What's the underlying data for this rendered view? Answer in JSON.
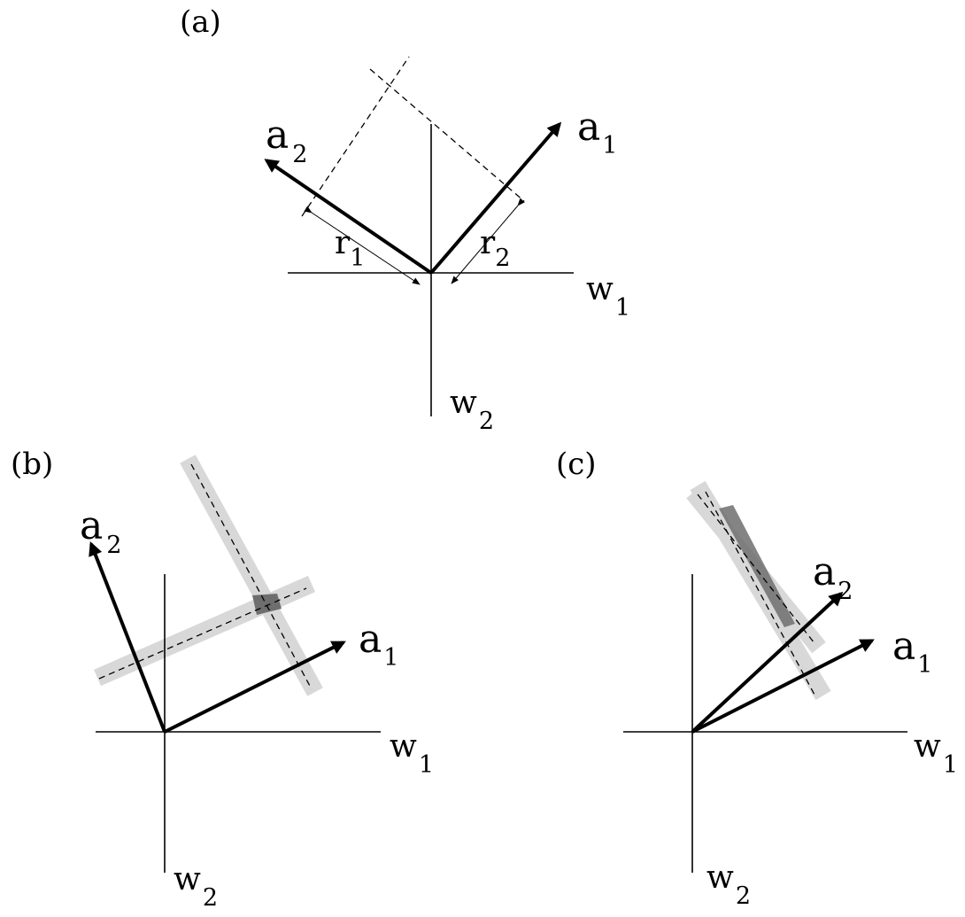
{
  "panel_a": {
    "label": "(a)",
    "vector_1": {
      "name": "a",
      "sub": "1"
    },
    "vector_2": {
      "name": "a",
      "sub": "2"
    },
    "axis_x": {
      "name": "w",
      "sub": "1"
    },
    "axis_y": {
      "name": "w",
      "sub": "2"
    },
    "r_1": {
      "name": "r",
      "sub": "1"
    },
    "r_2": {
      "name": "r",
      "sub": "2"
    }
  },
  "panel_b": {
    "label": "(b)",
    "vector_1": {
      "name": "a",
      "sub": "1"
    },
    "vector_2": {
      "name": "a",
      "sub": "2"
    },
    "axis_x": {
      "name": "w",
      "sub": "1"
    },
    "axis_y": {
      "name": "w",
      "sub": "2"
    }
  },
  "panel_c": {
    "label": "(c)",
    "vector_1": {
      "name": "a",
      "sub": "1"
    },
    "vector_2": {
      "name": "a",
      "sub": "2"
    },
    "axis_x": {
      "name": "w",
      "sub": "1"
    },
    "axis_y": {
      "name": "w",
      "sub": "2"
    }
  }
}
